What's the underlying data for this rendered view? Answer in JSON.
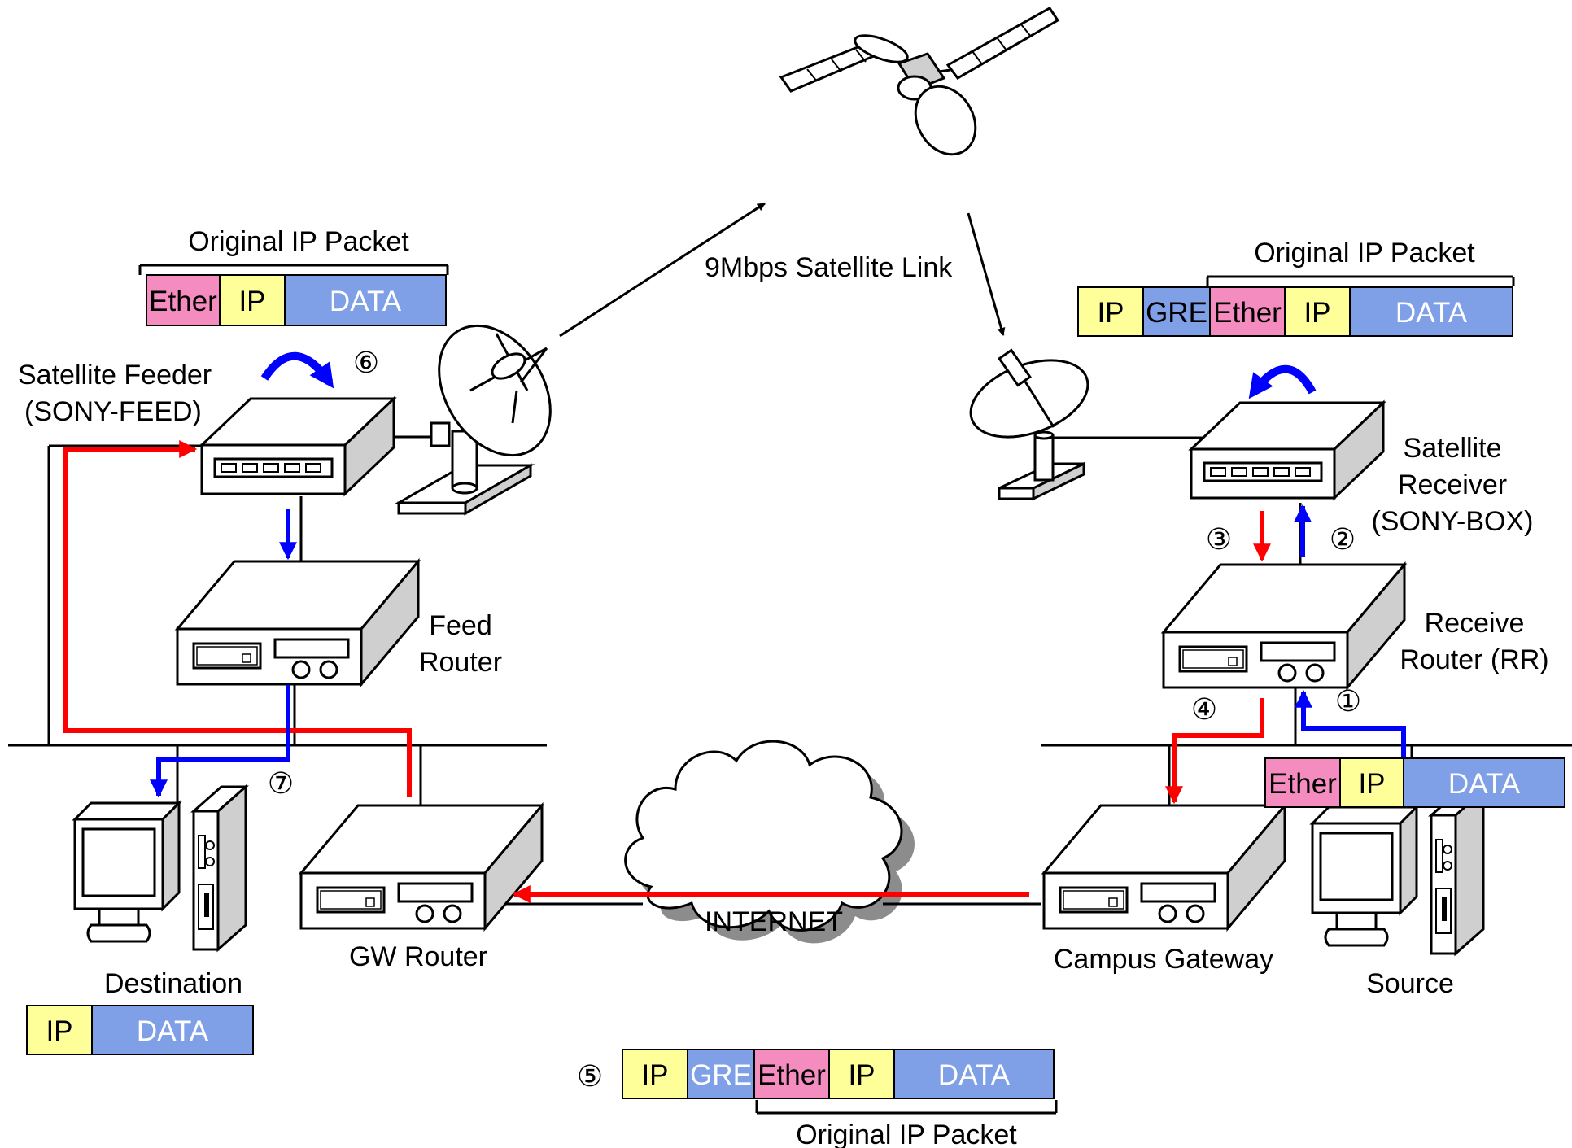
{
  "link_label": "9Mbps Satellite Link",
  "internet_label": "INTERNET",
  "devices": {
    "feeder": [
      "Satellite Feeder",
      "(SONY-FEED)"
    ],
    "feed_router": [
      "Feed",
      "Router"
    ],
    "gw_router": "GW Router",
    "destination": "Destination",
    "receiver": [
      "Satellite",
      "Receiver",
      "(SONY-BOX)"
    ],
    "receive_router": [
      "Receive",
      "Router (RR)"
    ],
    "campus_gateway": "Campus Gateway",
    "source": "Source"
  },
  "packets": {
    "feed": {
      "caption": "Original IP Packet",
      "cells": [
        "Ether",
        "IP",
        "DATA"
      ]
    },
    "receiver": {
      "caption": "Original IP Packet",
      "cells": [
        "IP",
        "GRE",
        "Ether",
        "IP",
        "DATA"
      ]
    },
    "source": {
      "cells": [
        "Ether",
        "IP",
        "DATA"
      ]
    },
    "destination": {
      "cells": [
        "IP",
        "DATA"
      ]
    },
    "internet": {
      "caption": "Original IP Packet",
      "cells": [
        "IP",
        "GRE",
        "Ether",
        "IP",
        "DATA"
      ]
    }
  },
  "steps": [
    "①",
    "②",
    "③",
    "④",
    "⑤",
    "⑥",
    "⑦"
  ],
  "colors": {
    "ether": "#F48CBF",
    "ip": "#FFFF99",
    "data": "#7F9FE6",
    "gre": "#7F9FE6",
    "red_path": "#FF0000",
    "blue_path": "#0000FF"
  }
}
